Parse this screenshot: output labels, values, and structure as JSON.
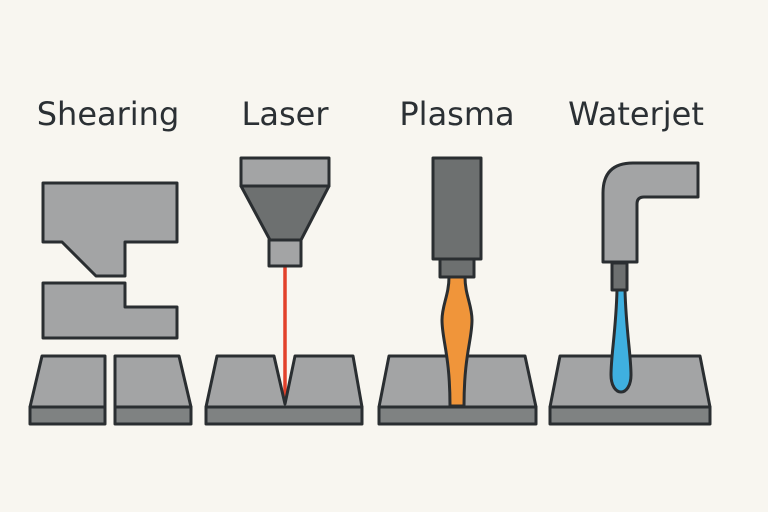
{
  "labels": {
    "shearing": "Shearing",
    "laser": "Laser",
    "plasma": "Plasma",
    "waterjet": "Waterjet"
  },
  "colors": {
    "background": "#f8f6f0",
    "laser_beam": "#e2412b",
    "plasma_flame": "#f0953a",
    "water_jet": "#3fb0e0",
    "metal": "#a3a4a5"
  }
}
